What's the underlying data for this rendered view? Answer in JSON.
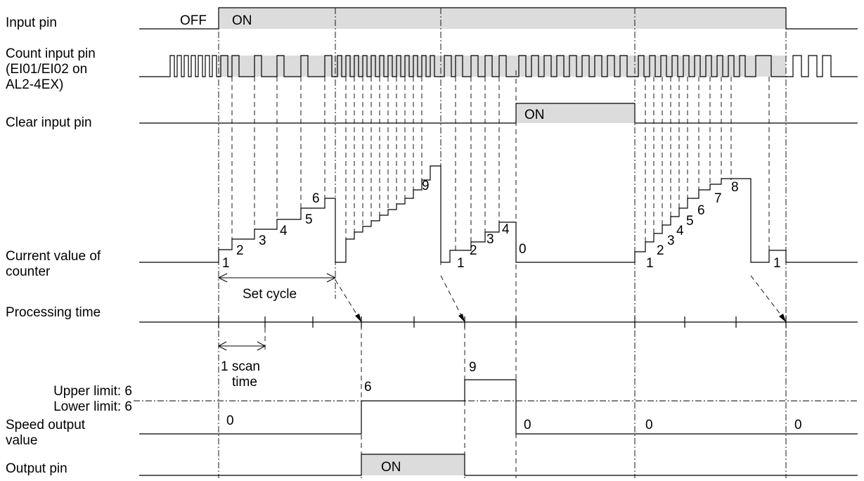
{
  "labels": {
    "input_pin": "Input pin",
    "count_input_line1": "Count input pin",
    "count_input_line2": "(EI01/EI02 on",
    "count_input_line3": "AL2-4EX)",
    "clear_input_pin": "Clear input pin",
    "current_value_line1": "Current value of",
    "current_value_line2": "counter",
    "processing_time": "Processing time",
    "upper_limit": "Upper limit: 6",
    "lower_limit": "Lower limit: 6",
    "speed_output_line1": "Speed output",
    "speed_output_line2": "value",
    "output_pin": "Output pin"
  },
  "annotations": {
    "input_off": "OFF",
    "input_on": "ON",
    "clear_on": "ON",
    "output_on": "ON",
    "set_cycle": "Set cycle",
    "scan_time_line1": "1 scan",
    "scan_time_line2": "time"
  },
  "counter_values": {
    "cycle1": [
      "1",
      "2",
      "3",
      "4",
      "5",
      "6"
    ],
    "cycle2_last": "9",
    "cycle3": [
      "1",
      "2",
      "3",
      "4"
    ],
    "clear": "0",
    "cycle5": [
      "1",
      "2",
      "3",
      "4",
      "5",
      "6",
      "7",
      "8"
    ],
    "cycle6": "1"
  },
  "speed_output_values": [
    "0",
    "6",
    "9",
    "0",
    "0",
    "0"
  ]
}
